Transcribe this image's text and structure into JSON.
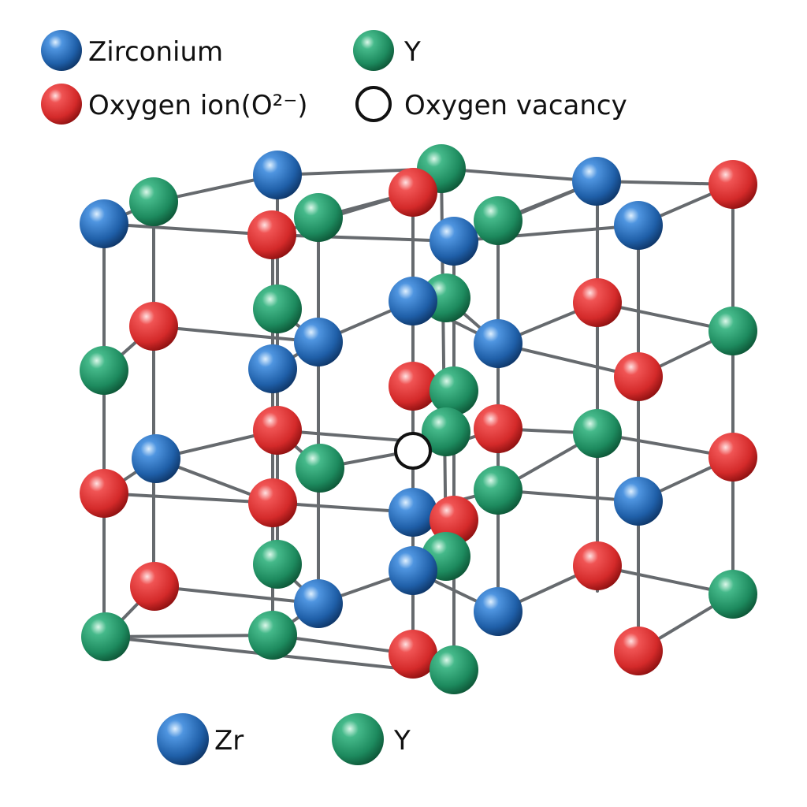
{
  "legend_top": [
    {
      "label": "Zirconium",
      "kind": "zr"
    },
    {
      "label": "Y",
      "kind": "y"
    },
    {
      "label": "Oxygen ion(O²⁻)",
      "kind": "o"
    },
    {
      "label": "Oxygen vacancy",
      "kind": "vacancy"
    }
  ],
  "legend_bottom": [
    {
      "label": "Zr",
      "kind": "zr"
    },
    {
      "label": "Y",
      "kind": "y"
    }
  ],
  "colors": {
    "zr": "#1f5fa8",
    "y": "#1d8a5e",
    "o": "#d42a2a",
    "vacancy": "#111111",
    "bond": "#666a6e"
  }
}
